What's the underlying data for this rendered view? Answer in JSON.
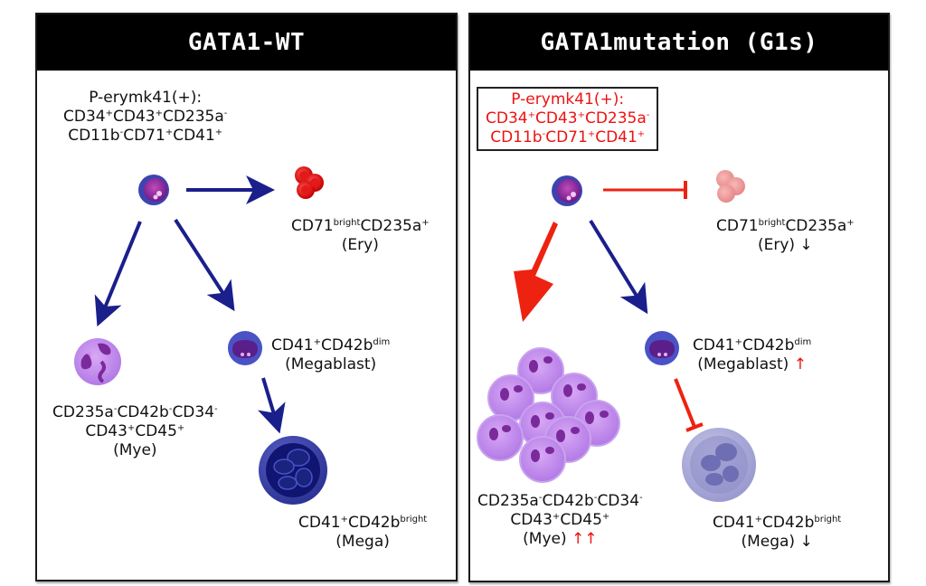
{
  "colors": {
    "arrow_blue": "#1a1f8c",
    "arrow_red": "#ee2211",
    "text_red": "#e11111",
    "header_bg": "#000000",
    "header_text": "#ffffff"
  },
  "panels": [
    {
      "title": "GATA1-WT",
      "progenitor": {
        "line1": "P-erymk41(+):",
        "line2": [
          [
            "CD34",
            "+"
          ],
          [
            "CD43",
            "+"
          ],
          [
            "CD235a",
            "-"
          ]
        ],
        "line3": [
          [
            "CD11b",
            "-"
          ],
          [
            "CD71",
            "+"
          ],
          [
            "CD41",
            "+"
          ]
        ]
      },
      "ery": {
        "marker": "CD71",
        "sup": "bright",
        "marker2": "CD235a",
        "sup2": "+",
        "name": "(Ery)",
        "change": ""
      },
      "megablast": {
        "marker": "CD41",
        "sup": "+",
        "marker2": "CD42b",
        "sup2": "dim",
        "name": "(Megablast)",
        "change": ""
      },
      "mye": {
        "line1": [
          [
            "CD235a",
            "-"
          ],
          [
            "CD42b",
            "-"
          ],
          [
            "CD34",
            "-"
          ]
        ],
        "line2": [
          [
            "CD43",
            "+"
          ],
          [
            "CD45",
            "+"
          ]
        ],
        "name": "(Mye)",
        "change": ""
      },
      "mega": {
        "marker": "CD41",
        "sup": "+",
        "marker2": "CD42b",
        "sup2": "bright",
        "name": "(Mega)",
        "change": ""
      },
      "edges": [
        {
          "from": "progenitor",
          "to": "ery",
          "type": "activate"
        },
        {
          "from": "progenitor",
          "to": "mye",
          "type": "activate"
        },
        {
          "from": "progenitor",
          "to": "megablast",
          "type": "activate"
        },
        {
          "from": "megablast",
          "to": "mega",
          "type": "activate"
        }
      ]
    },
    {
      "title": "GATA1mutation (G1s)",
      "progenitor": {
        "line1": "P-erymk41(+):",
        "line2": [
          [
            "CD34",
            "+"
          ],
          [
            "CD43",
            "+"
          ],
          [
            "CD235a",
            "-"
          ]
        ],
        "line3": [
          [
            "CD11b",
            "-"
          ],
          [
            "CD71",
            "+"
          ],
          [
            "CD41",
            "+"
          ]
        ]
      },
      "ery": {
        "marker": "CD71",
        "sup": "bright",
        "marker2": "CD235a",
        "sup2": "+",
        "name": "(Ery)",
        "change": "↓"
      },
      "megablast": {
        "marker": "CD41",
        "sup": "+",
        "marker2": "CD42b",
        "sup2": "dim",
        "name": "(Megablast)",
        "change": "↑"
      },
      "mye": {
        "line1": [
          [
            "CD235a",
            "-"
          ],
          [
            "CD42b",
            "-"
          ],
          [
            "CD34",
            "-"
          ]
        ],
        "line2": [
          [
            "CD43",
            "+"
          ],
          [
            "CD45",
            "+"
          ]
        ],
        "name": "(Mye)",
        "change": "↑↑"
      },
      "mega": {
        "marker": "CD41",
        "sup": "+",
        "marker2": "CD42b",
        "sup2": "bright",
        "name": "(Mega)",
        "change": "↓"
      },
      "edges": [
        {
          "from": "progenitor",
          "to": "ery",
          "type": "inhibit"
        },
        {
          "from": "progenitor",
          "to": "mye",
          "type": "strong-activate"
        },
        {
          "from": "progenitor",
          "to": "megablast",
          "type": "activate"
        },
        {
          "from": "megablast",
          "to": "mega",
          "type": "inhibit"
        }
      ]
    }
  ]
}
